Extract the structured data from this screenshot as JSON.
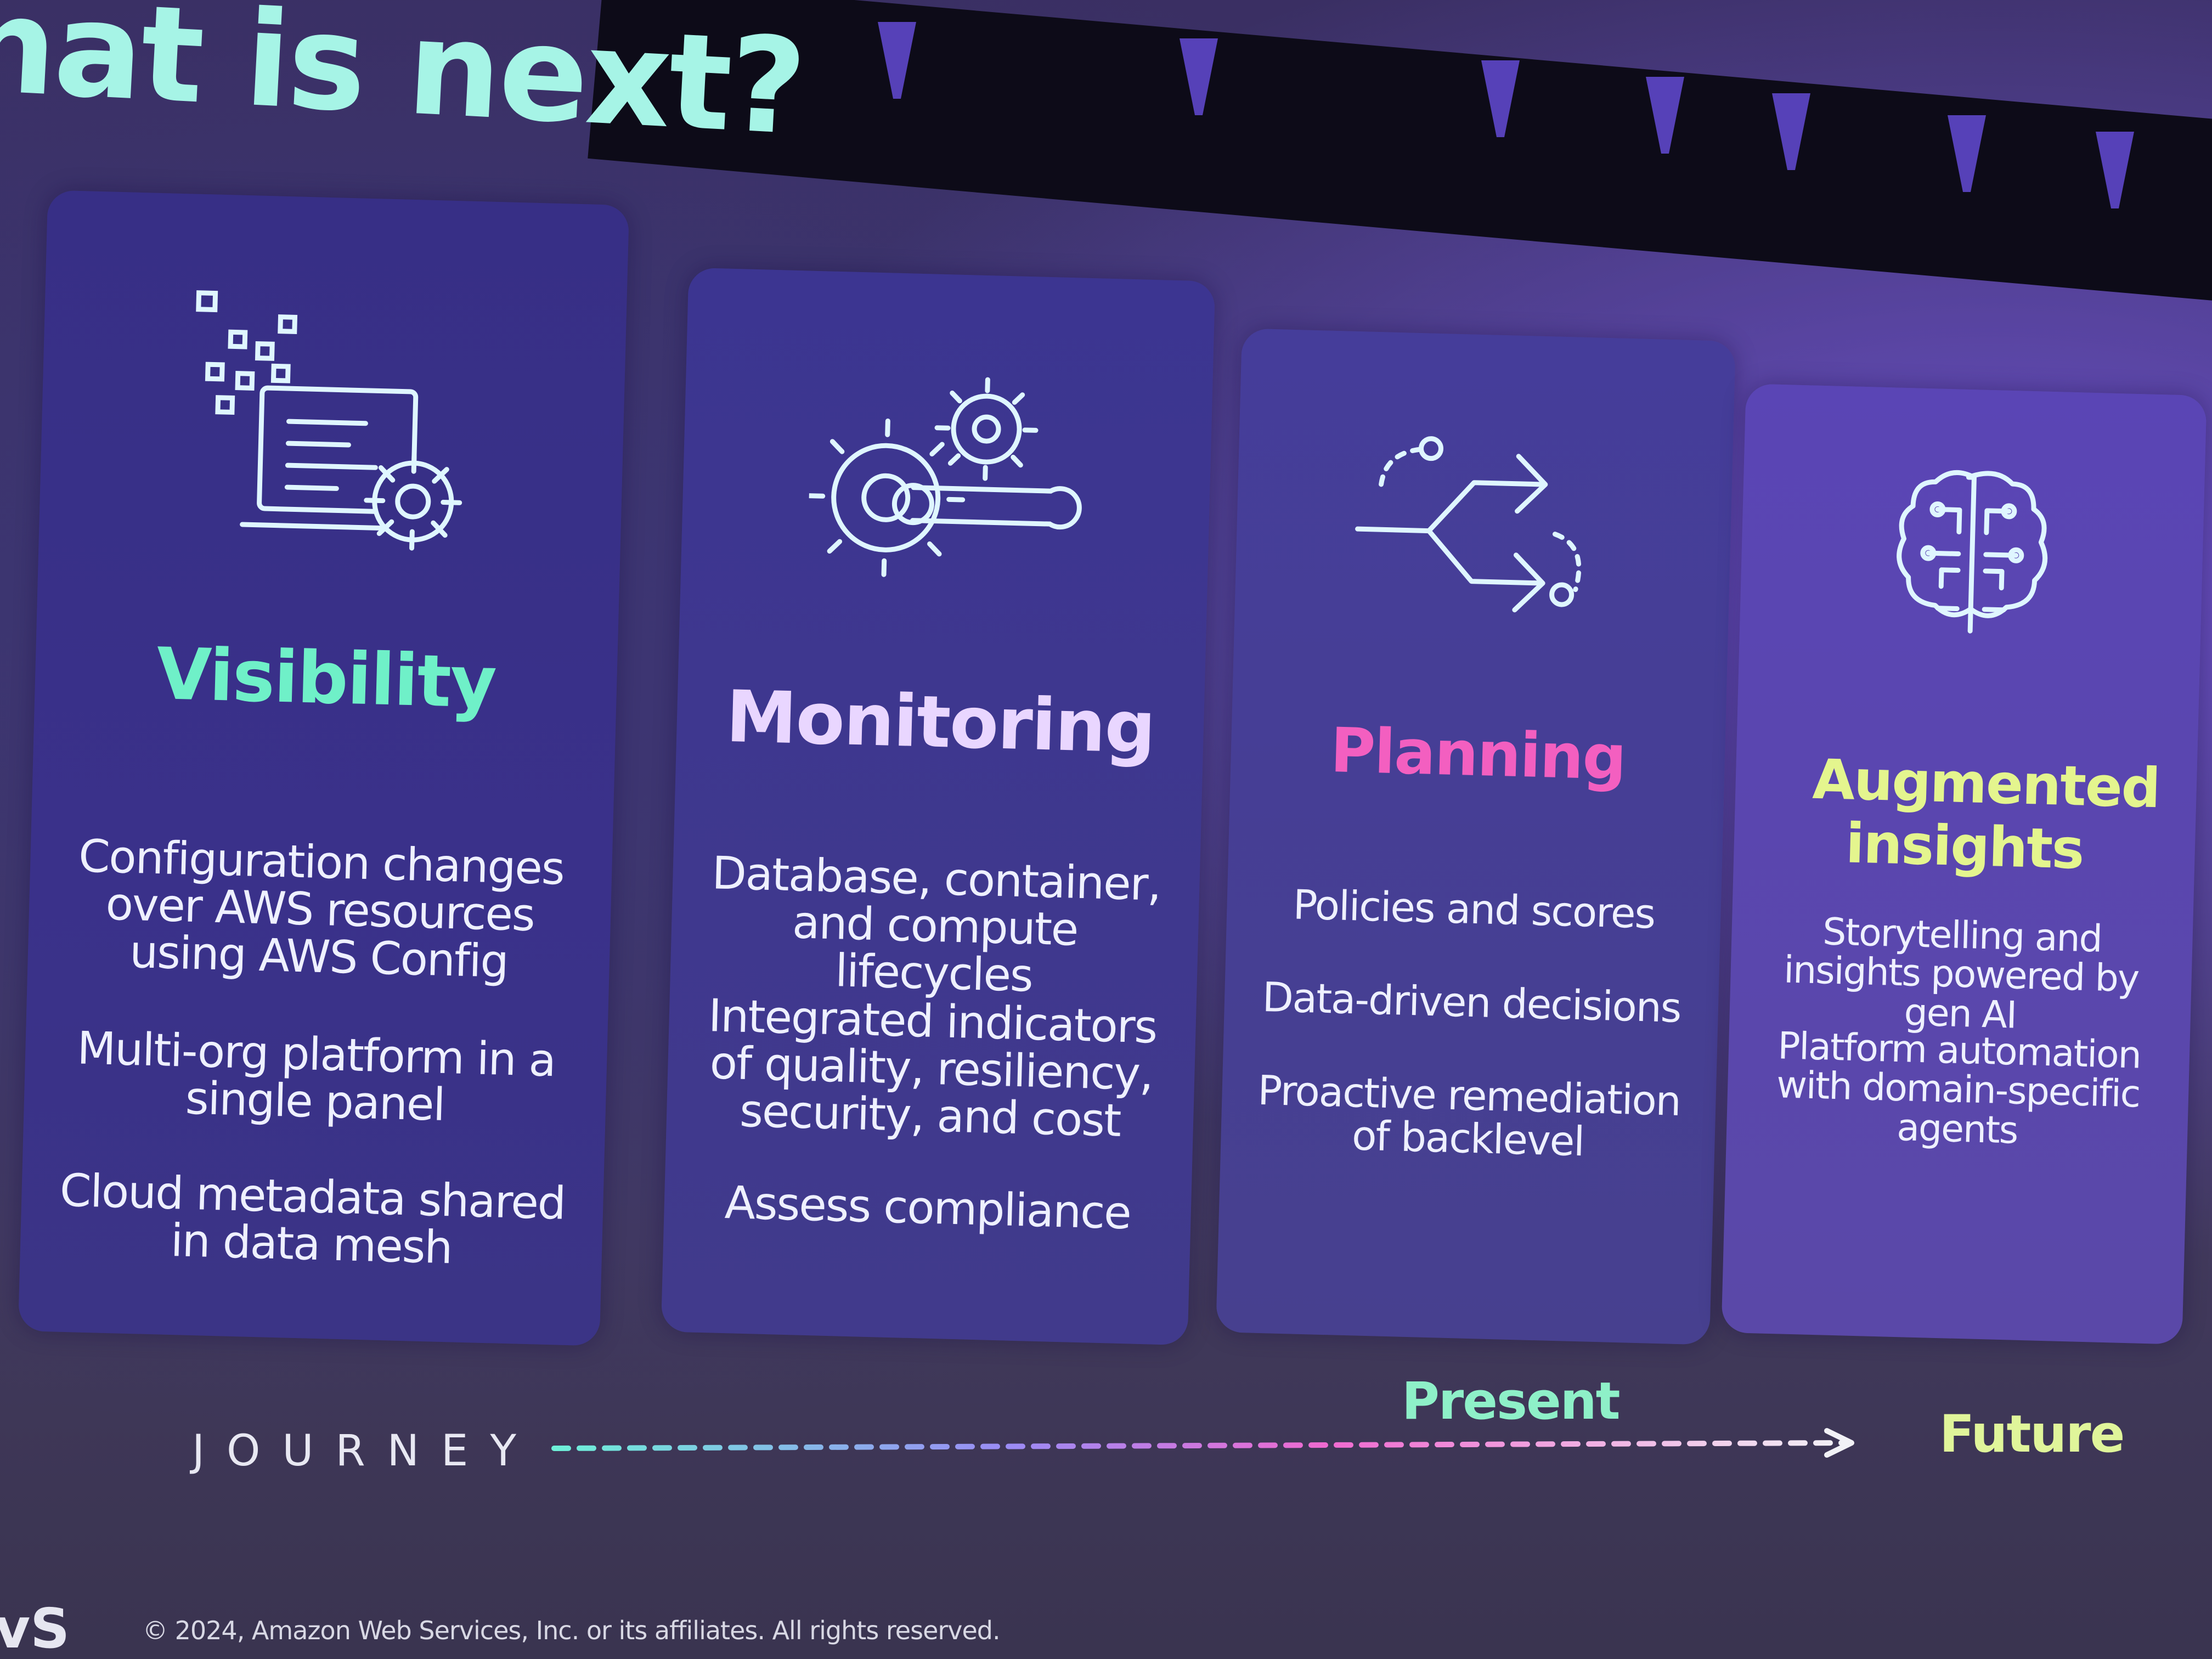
{
  "slide": {
    "heading": "hat is next?",
    "journey_label": "JOURNEY",
    "present_label": "Present",
    "future_label": "Future",
    "copyright": "© 2024, Amazon Web Services, Inc. or its affiliates. All rights reserved.",
    "logo_fragment": "vS"
  },
  "panels": [
    {
      "title": "Visibility",
      "title_color": "#6ff0c8",
      "icon": "laptop-gear-icon",
      "items": [
        "Configuration changes over AWS resources using AWS Config",
        "Multi-org platform in a single panel",
        "Cloud metadata shared in data mesh"
      ]
    },
    {
      "title": "Monitoring",
      "title_color": "#e9d6ff",
      "icon": "gears-wrench-icon",
      "items": [
        "Database, container, and compute lifecycles",
        "Integrated indicators of quality, resiliency, security, and cost",
        "Assess compliance"
      ]
    },
    {
      "title": "Planning",
      "title_color": "#f35fc0",
      "icon": "branching-arrows-icon",
      "items": [
        "Policies and scores",
        "Data-driven decisions",
        "Proactive remediation of backlevel"
      ]
    },
    {
      "title": "Augmented insights",
      "title_color": "#e4f58e",
      "icon": "brain-circuit-icon",
      "items": [
        "Storytelling and insights powered by gen AI",
        "Platform automation with domain-specific agents"
      ]
    }
  ],
  "colors": {
    "icon_stroke": "#dff6ff",
    "journey_gradient": [
      "#6ef0d8",
      "#9a8cf5",
      "#f06ad0",
      "#f2f2f6"
    ]
  }
}
